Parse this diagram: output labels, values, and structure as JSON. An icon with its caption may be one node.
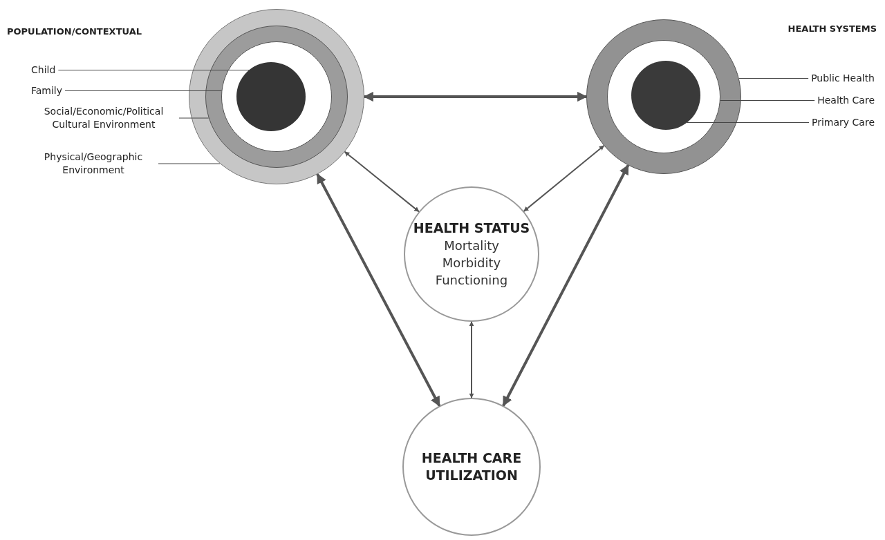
{
  "diagram": {
    "nodes": [
      {
        "text": [],
        "shape": "circle"
      },
      {
        "text": [],
        "shape": "circle",
        "in": 0
      },
      {
        "text": [],
        "shape": "circle",
        "in": 1
      },
      {
        "text": [],
        "shape": "circle",
        "in": 2
      },
      {
        "text": [
          "Child"
        ]
      },
      {
        "text": [
          "Family"
        ]
      },
      {
        "text": [
          "Social/Economic/Political Cultural Environment"
        ]
      },
      {
        "text": [
          "Physical/Geographic Environment"
        ]
      },
      {
        "text": [],
        "shape": "circle"
      },
      {
        "text": [],
        "shape": "circle",
        "in": 8
      },
      {
        "text": [],
        "shape": "circle",
        "in": 9
      },
      {
        "text": [
          "Public Health"
        ]
      },
      {
        "text": [
          "Health Care"
        ]
      },
      {
        "text": [
          "Primary Care"
        ]
      },
      {
        "text": [
          "HEALTH STATUS",
          "Mortality Morbidity Functioning"
        ]
      },
      {
        "text": [
          "HEALTH CARE UTILIZATION"
        ]
      }
    ],
    "edges": [
      {
        "from": 4,
        "to": 3,
        "arrow": "none"
      },
      {
        "from": 5,
        "to": 2,
        "arrow": "none"
      },
      {
        "from": 6,
        "to": 1,
        "arrow": "none"
      },
      {
        "from": 7,
        "to": 0,
        "arrow": "none"
      },
      {
        "from": 11,
        "to": 8,
        "arrow": "none"
      },
      {
        "from": 12,
        "to": 9,
        "arrow": "none"
      },
      {
        "from": 13,
        "to": 10,
        "arrow": "none"
      },
      {
        "from": 0,
        "to": 8,
        "arrow": "both",
        "style": "thick"
      },
      {
        "from": 0,
        "to": 14,
        "arrow": "both"
      },
      {
        "from": 8,
        "to": 14,
        "arrow": "both"
      },
      {
        "from": 14,
        "to": 15,
        "arrow": "both"
      },
      {
        "from": 0,
        "to": 15,
        "arrow": "both",
        "style": "thick"
      },
      {
        "from": 8,
        "to": 15,
        "arrow": "both",
        "style": "thick"
      }
    ],
    "labels": [
      "POPULATION/CONTEXTUAL",
      "HEALTH SYSTEMS"
    ]
  }
}
